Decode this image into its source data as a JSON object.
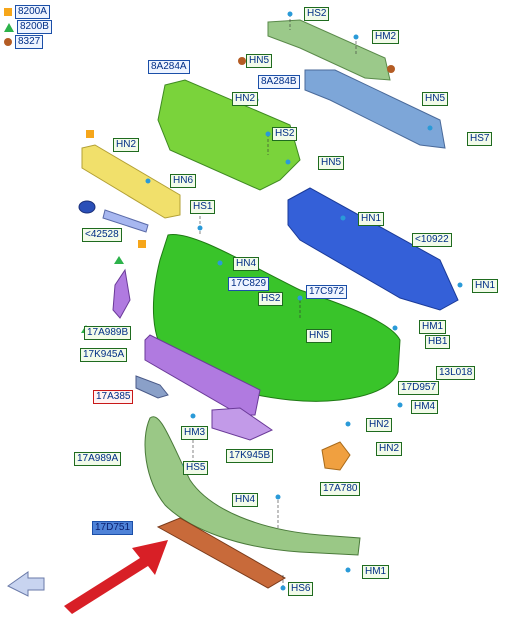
{
  "legend": [
    {
      "symbol": "square",
      "color": "#f6a61a",
      "label": "8200A"
    },
    {
      "symbol": "triangle",
      "color": "#2cb24a",
      "label": "8200B"
    },
    {
      "symbol": "circle",
      "color": "#b45c24",
      "label": "8327"
    }
  ],
  "callouts": {
    "HS2_top": "HS2",
    "HM2": "HM2",
    "HN5_top": "HN5",
    "8A284A": "8A284A",
    "8A284B": "8A284B",
    "HN2_grille": "HN2",
    "HS2_mid": "HS2",
    "HN5_r": "HN5",
    "HN5_mid": "HN5",
    "HS7": "HS7",
    "HN2_left": "HN2",
    "HN6": "HN6",
    "HS1": "HS1",
    "HN1_top": "HN1",
    "42528": "<42528",
    "10922": "<10922",
    "HN4_a": "HN4",
    "17C829": "17C829",
    "HS2_b": "HS2",
    "17C972": "17C972",
    "HN1_b": "HN1",
    "17A989B": "17A989B",
    "HN5_b": "HN5",
    "HM1_a": "HM1",
    "HB1": "HB1",
    "17K945A": "17K945A",
    "13L018": "13L018",
    "17A385": "17A385",
    "17D957": "17D957",
    "HM4": "HM4",
    "HN2_c": "HN2",
    "HM3": "HM3",
    "HN2_d": "HN2",
    "17A989A": "17A989A",
    "HS5": "HS5",
    "17K945B": "17K945B",
    "17A780": "17A780",
    "HN4_b": "HN4",
    "17D751": "17D751",
    "HM1_b": "HM1",
    "HS6": "HS6"
  },
  "colors": {
    "bumper": "#39c42a",
    "grille_upper": "#7ad33b",
    "grille_lower": "#f1e06b",
    "reinforcement": "#3460d8",
    "absorber": "#7da6d8",
    "bracket_top": "#9bc98a",
    "lower_deflector": "#9ac886",
    "splitter": "#c86a3a",
    "purple_parts": "#b07ae0",
    "arrow": "#d81f26"
  }
}
